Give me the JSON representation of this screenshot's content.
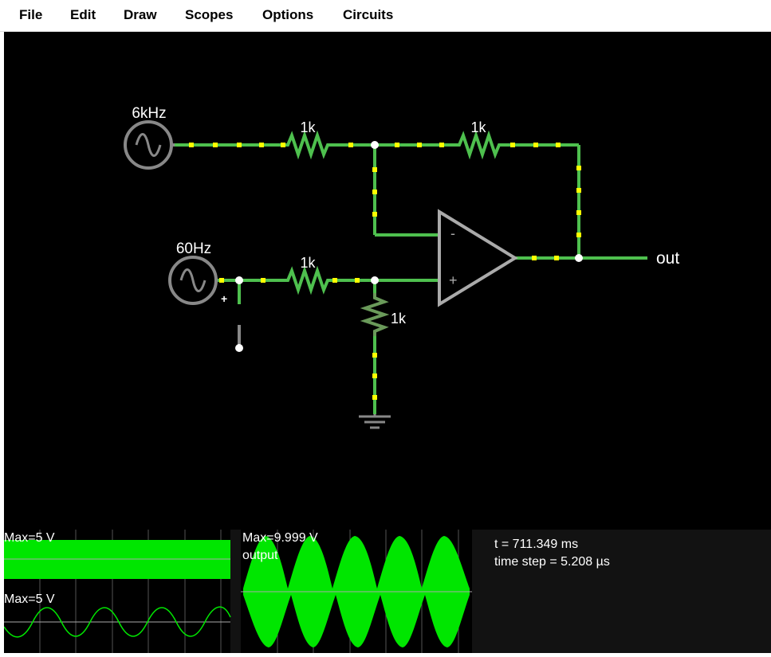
{
  "menu": {
    "items": [
      {
        "label": "File"
      },
      {
        "label": "Edit"
      },
      {
        "label": "Draw"
      },
      {
        "label": "Scopes"
      },
      {
        "label": "Options"
      },
      {
        "label": "Circuits"
      }
    ]
  },
  "circuit": {
    "source_top_label": "6kHz",
    "source_bottom_label": "60Hz",
    "resistor_top_left_label": "1k",
    "resistor_top_right_label": "1k",
    "resistor_bottom_label": "1k",
    "resistor_shunt_label": "1k",
    "opamp_minus": "-",
    "opamp_plus": "+",
    "switch_plus": "+",
    "output_label": "out"
  },
  "scopes": {
    "scope1_max": "Max=5 V",
    "scope2_max": "Max=5 V",
    "scope3_max": "Max=9.999 V",
    "scope3_name": "output"
  },
  "info": {
    "time": "t = 711.349 ms",
    "timestep": "time step = 5.208 µs"
  },
  "colors": {
    "wire": "#4ec04e",
    "current_dot": "#ffff00",
    "component": "#888888",
    "scope_trace": "#00ff00",
    "canvas_bg": "#000000"
  }
}
